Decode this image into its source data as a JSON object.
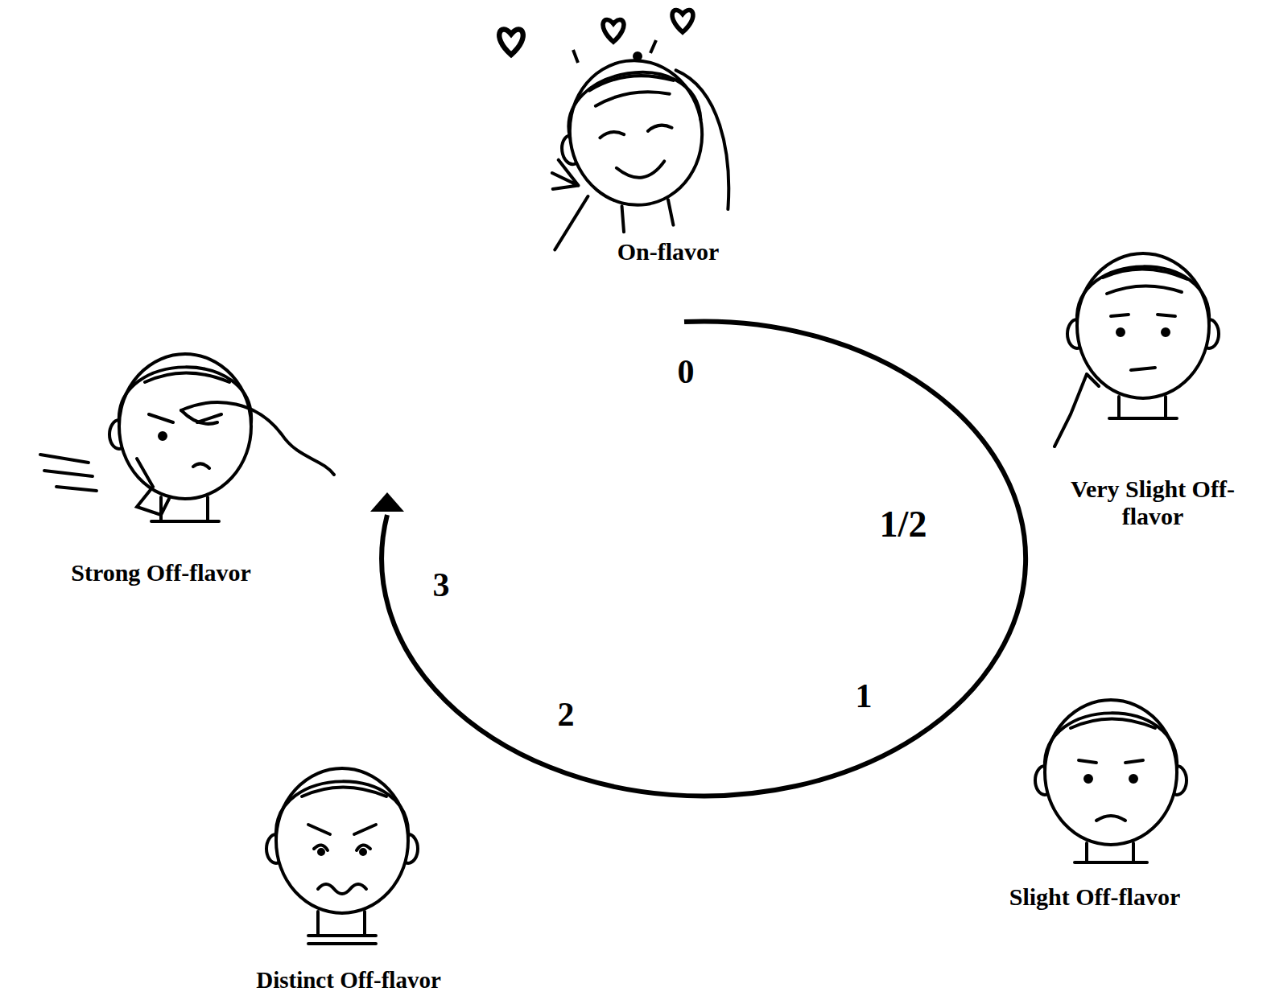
{
  "diagram": {
    "labels": [
      "On-flavor",
      "0",
      "1/2",
      "Very Slight Off-flavor",
      "1",
      "Slight Off-flavor",
      "2",
      "Distinct Off-flavor",
      "3",
      "Strong Off-flavor"
    ]
  }
}
